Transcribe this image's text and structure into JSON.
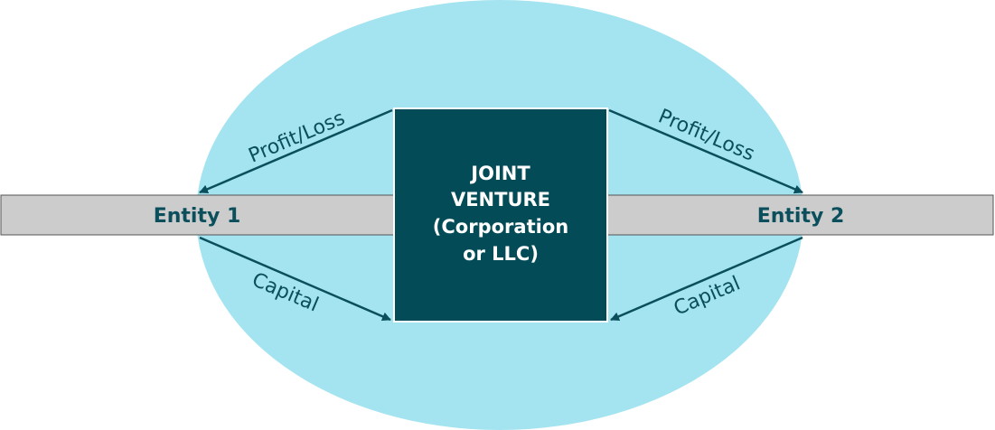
{
  "diagram": {
    "center": {
      "lines": [
        "JOINT",
        "VENTURE",
        "(Corporation",
        "or LLC)"
      ]
    },
    "entity_left": "Entity 1",
    "entity_right": "Entity 2",
    "arrows": {
      "profit_loss_left": "Profit/Loss",
      "profit_loss_right": "Profit/Loss",
      "capital_left": "Capital",
      "capital_right": "Capital"
    },
    "colors": {
      "ellipse": "#a3e4f0",
      "center_box": "#034b57",
      "entity_bar": "#cccccc",
      "arrow": "#0b4f5c"
    }
  }
}
